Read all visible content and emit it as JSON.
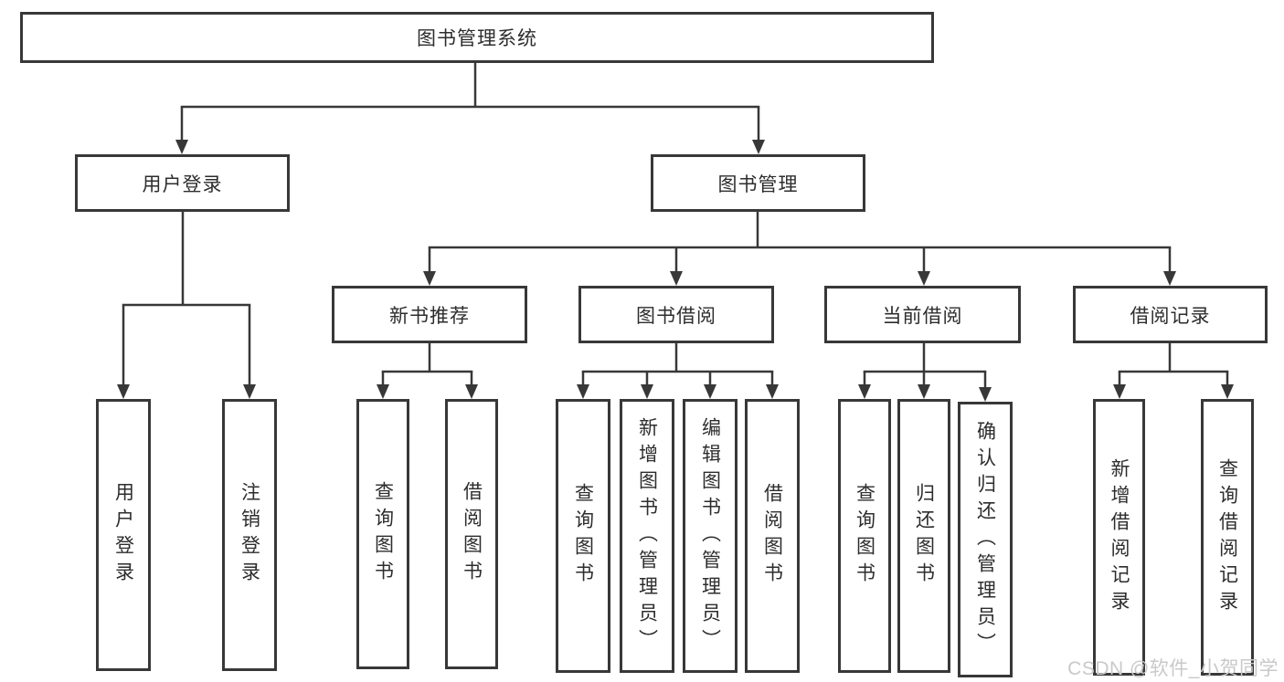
{
  "tree": {
    "root": "图书管理系统",
    "branches": {
      "user_login": "用户登录",
      "book_management": "图书管理",
      "new_book_recommend": "新书推荐",
      "book_borrow": "图书借阅",
      "current_borrow": "当前借阅",
      "borrow_record": "借阅记录"
    },
    "leaves": {
      "user_login": "用户登录",
      "logout": "注销登录",
      "query_book_1": "查询图书",
      "borrow_book_1": "借阅图书",
      "query_book_2": "查询图书",
      "add_book_admin": "新增图书（管理员）",
      "edit_book_admin": "编辑图书（管理员）",
      "borrow_book_2": "借阅图书",
      "query_book_3": "查询图书",
      "return_book": "归还图书",
      "confirm_return_admin": "确认归还（管理员）",
      "add_borrow_record": "新增借阅记录",
      "query_borrow_record": "查询借阅记录"
    }
  },
  "watermark": "CSDN @软件_小贺同学",
  "colors": {
    "line": "#383838",
    "text": "#2d2d2d",
    "watermark": "#c9c9c9",
    "background": "#ffffff"
  }
}
